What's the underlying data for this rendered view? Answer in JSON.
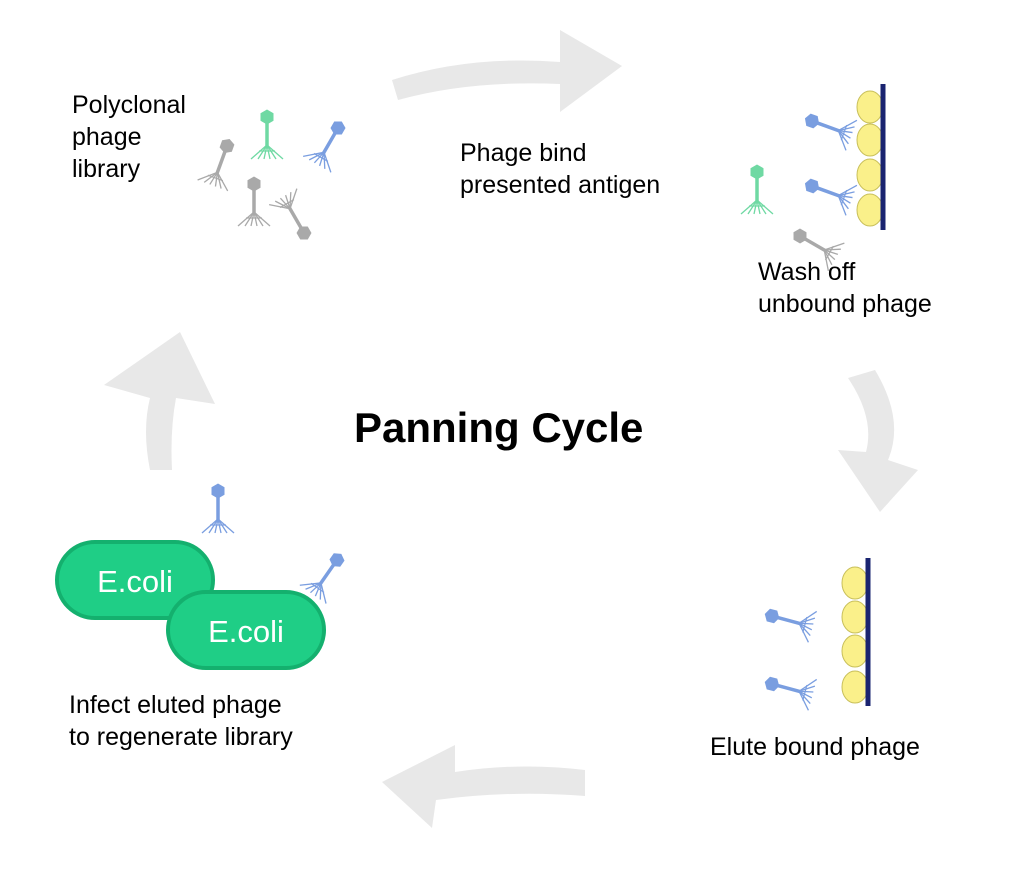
{
  "title": "Panning Cycle",
  "steps": {
    "library": "Polyclonal\nphage\nlibrary",
    "bind": "Phage bind\npresented antigen",
    "wash": "Wash off\nunbound phage",
    "elute": "Elute bound phage",
    "infect": "Infect eluted phage\nto regenerate library"
  },
  "ecoli": [
    "E.coli",
    "E.coli"
  ],
  "colors": {
    "arrow": "#e8e8e8",
    "phage_blue": "#7a9ee0",
    "phage_green": "#6fd9a3",
    "phage_gray": "#a9a9a9",
    "antigen": "#faf08a",
    "surface": "#1a2470",
    "ecoli_fill": "#1fce86",
    "ecoli_border": "#14b06e",
    "ecoli_text": "#ffffff"
  }
}
